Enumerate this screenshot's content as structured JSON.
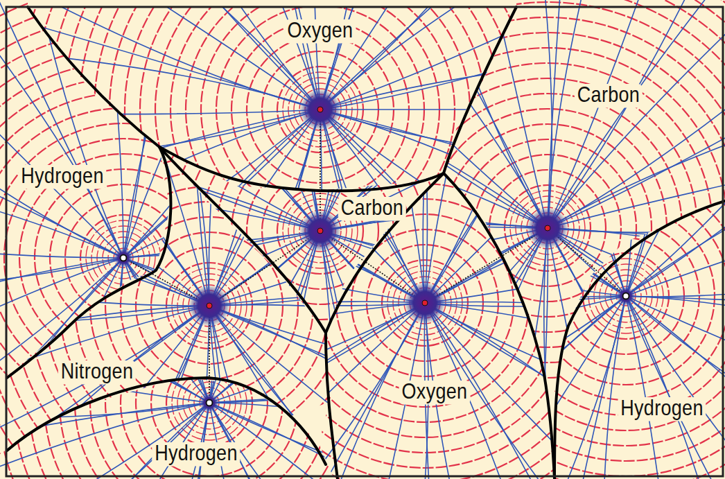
{
  "diagram": {
    "labels": [
      "Oxygen",
      "Carbon",
      "Hydrogen",
      "Carbon",
      "Nitrogen",
      "Oxygen",
      "Hydrogen",
      "Hydrogen"
    ]
  }
}
